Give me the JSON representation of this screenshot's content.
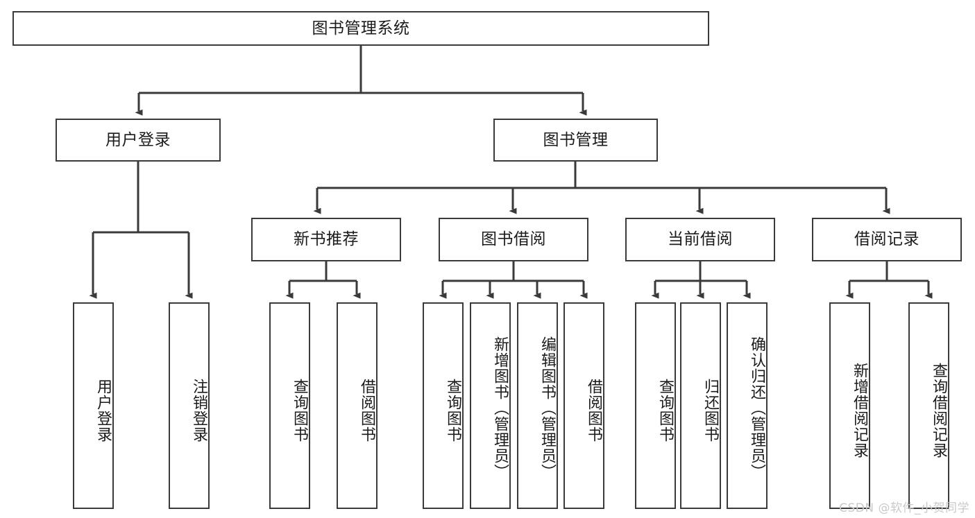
{
  "diagram": {
    "title": "图书管理系统",
    "type": "tree-hierarchy",
    "watermark": "CSDN @软件_小贺同学",
    "colors": {
      "stroke": "#3a3a3a",
      "fill": "#ffffff",
      "text": "#1b1b1b",
      "watermark": "#c9c9c9"
    },
    "root": {
      "label": "图书管理系统"
    },
    "level2": [
      {
        "label": "用户登录"
      },
      {
        "label": "图书管理"
      }
    ],
    "level3": [
      {
        "label": "新书推荐"
      },
      {
        "label": "图书借阅"
      },
      {
        "label": "当前借阅"
      },
      {
        "label": "借阅记录"
      }
    ],
    "leaves": {
      "user_login": [
        {
          "label": "用户登录"
        },
        {
          "label": "注销登录"
        }
      ],
      "new_book_recommend": [
        {
          "label": "查询图书"
        },
        {
          "label": "借阅图书"
        }
      ],
      "book_borrow": [
        {
          "label": "查询图书"
        },
        {
          "label": "新增图书（管理员）"
        },
        {
          "label": "编辑图书（管理员）"
        },
        {
          "label": "借阅图书"
        }
      ],
      "current_borrow": [
        {
          "label": "查询图书"
        },
        {
          "label": "归还图书"
        },
        {
          "label": "确认归还（管理员）"
        }
      ],
      "borrow_record": [
        {
          "label": "新增借阅记录"
        },
        {
          "label": "查询借阅记录"
        }
      ]
    }
  }
}
